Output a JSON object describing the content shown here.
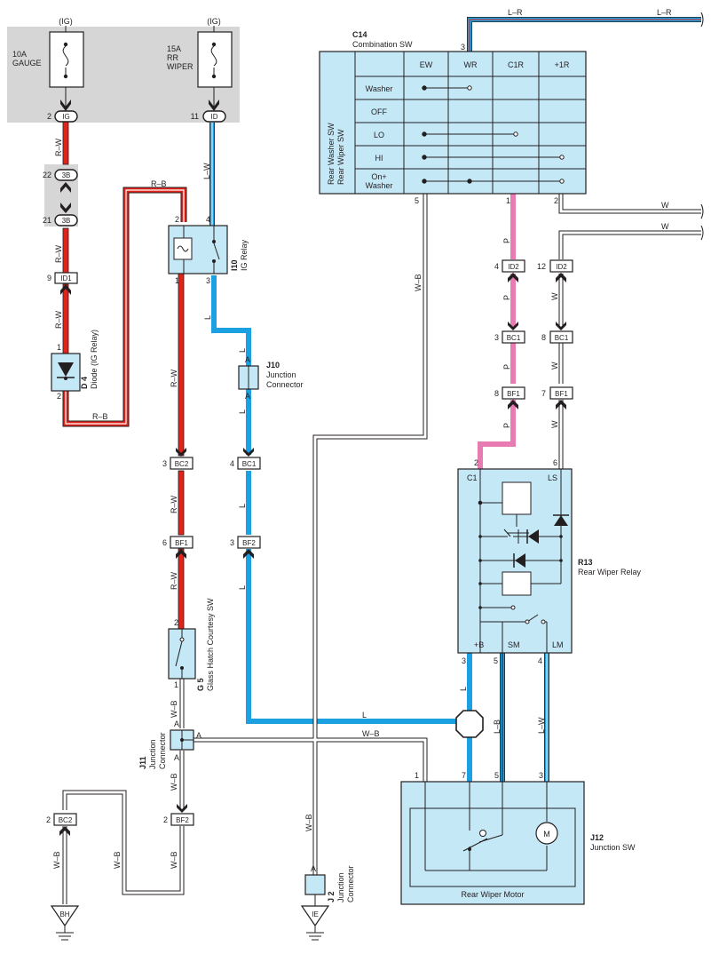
{
  "colors": {
    "red_wire": "#e2231a",
    "blue_wire": "#1ba1e2",
    "pink_wire": "#e97bb3",
    "component_fill": "#c5e8f7",
    "fuse_block": "#d6d6d6",
    "stroke": "#231f20"
  },
  "fuses": {
    "gauge": {
      "top": "(IG)",
      "name_l1": "10A",
      "name_l2": "GAUGE",
      "pin": "2",
      "conn": "IG"
    },
    "wiper": {
      "top": "(IG)",
      "name_l1": "15A",
      "name_l2": "RR",
      "name_l3": "WIPER",
      "pin": "11",
      "conn": "ID"
    }
  },
  "connectors": {
    "c3b_top": {
      "pin": "22",
      "name": "3B"
    },
    "c3b_bot": {
      "pin": "21",
      "name": "3B"
    },
    "id1": {
      "pin": "9",
      "name": "ID1"
    },
    "id2_p": {
      "pin": "4",
      "name": "ID2"
    },
    "id2_w": {
      "pin": "12",
      "name": "ID2"
    },
    "bc1_p": {
      "pin": "3",
      "name": "BC1"
    },
    "bc1_w": {
      "pin": "8",
      "name": "BC1"
    },
    "bf1_p": {
      "pin": "8",
      "name": "BF1"
    },
    "bf1_w": {
      "pin": "7",
      "name": "BF1"
    },
    "bc2_rw": {
      "pin": "3",
      "name": "BC2"
    },
    "bc1_l": {
      "pin": "4",
      "name": "BC1"
    },
    "bf1_rw": {
      "pin": "6",
      "name": "BF1"
    },
    "bf2_l": {
      "pin": "3",
      "name": "BF2"
    },
    "bc2_wb": {
      "pin": "2",
      "name": "BC2"
    },
    "bf2_wb": {
      "pin": "2",
      "name": "BF2"
    }
  },
  "wires": {
    "rw": "R–W",
    "rb": "R–B",
    "lw": "L–W",
    "l": "L",
    "wb": "W–B",
    "p": "P",
    "w": "W",
    "lr": "L–R",
    "lb": "L–B"
  },
  "diode": {
    "pin_top": "1",
    "pin_bot": "2",
    "code": "D 4",
    "name": "Diode (IG Relay)"
  },
  "ig_relay": {
    "pin2": "2",
    "pin4": "4",
    "pin1": "1",
    "pin3": "3",
    "code": "I10",
    "name": "IG Relay"
  },
  "j10": {
    "code": "J10",
    "name_l1": "Junction",
    "name_l2": "Connector",
    "pin_a": "A"
  },
  "combo_sw": {
    "code": "C14",
    "name": "Combination SW",
    "side_l1": "Rear Washer SW",
    "side_l2": "Rear Wiper SW",
    "columns": [
      "EW",
      "WR",
      "C1R",
      "+1R"
    ],
    "rows": [
      "Washer",
      "OFF",
      "LO",
      "HI",
      "On+",
      "Washer"
    ],
    "pin_top": "3",
    "pin5": "5",
    "pin1": "1",
    "pin2": "2"
  },
  "wiper_relay": {
    "code": "R13",
    "name": "Rear Wiper Relay",
    "t_c1": "C1",
    "t_ls": "LS",
    "t_b": "+B",
    "t_sm": "SM",
    "t_lm": "LM",
    "pin2": "2",
    "pin6": "6",
    "pin3": "3",
    "pin5": "5",
    "pin4": "4"
  },
  "courtesy_sw": {
    "pin2": "2",
    "pin1": "1",
    "code": "G 5",
    "name": "Glass Hatch Courtesy SW"
  },
  "j11": {
    "code": "J11",
    "name_l1": "Junction",
    "name_l2": "Connector",
    "pin_a": "A"
  },
  "j12": {
    "code": "J12",
    "name": "Junction SW",
    "pin1": "1",
    "pin7": "7",
    "pin5": "5",
    "pin3": "3",
    "motor": "Rear Wiper Motor",
    "m": "M"
  },
  "j2": {
    "code": "J 2",
    "name_l1": "Junction",
    "name_l2": "Connector",
    "pin_a": "A"
  },
  "grounds": {
    "bh": "BH",
    "ie": "IE"
  }
}
